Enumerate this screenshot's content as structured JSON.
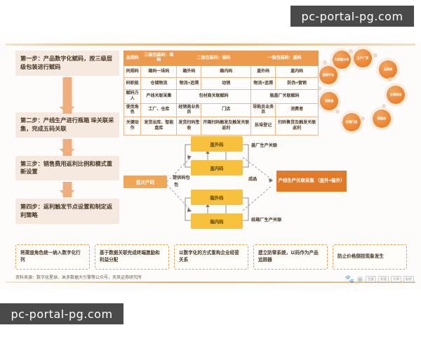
{
  "watermarks": {
    "top": "pc-portal-pg.com",
    "bottom": "pc-portal-pg.com"
  },
  "steps": [
    {
      "label": "第一步：产品数字化赋码，按三级层级包装进行赋码"
    },
    {
      "label": "第二步：产线生产进行瓶箱\n垛关联采集，完成五码关联"
    },
    {
      "label": "第三步：销售费用返利比例和模式重新设置"
    },
    {
      "label": "第四步：返利触发节点设置和制定返利策略"
    }
  ],
  "table": {
    "headers": [
      "品规码",
      "三级包装码：垛码",
      "二级包装码：箱码",
      "一级包装码：盖码"
    ],
    "subheader_row": [
      "同规码",
      "箱码一垛码",
      "箱外码",
      "箱内码",
      "盖外码",
      "盖内码"
    ],
    "rows": [
      {
        "label": "码职能",
        "cells": [
          "仓储物流",
          "物流+追溯",
          "动销",
          "物流+追溯",
          "防伪+营销"
        ]
      },
      {
        "label": "赋码方人",
        "cells": [
          "产线关联采集",
          "包材商关联赋码",
          "瓶盖厂关联赋码"
        ]
      },
      {
        "label": "使用角色",
        "cells": [
          "工厂、仓库",
          "经销商业务员",
          "门店",
          "导购员业务员",
          "消费者"
        ]
      },
      {
        "label": "关键动作",
        "cells": [
          "发货出库、智能盘库",
          "发货扫码签收",
          "开箱扫码触发及触发关联返利",
          "拆垛登记",
          "扫码售货及触发关联返利"
        ]
      }
    ]
  },
  "cycle": {
    "nodes": [
      {
        "label": "生产厂家"
      },
      {
        "label": "品牌商"
      },
      {
        "label": "仓储物流"
      },
      {
        "label": "渠道商"
      },
      {
        "label": "终端门店"
      },
      {
        "label": "消费者"
      },
      {
        "label": "营销平台"
      },
      {
        "label": "大数据分析"
      }
    ]
  },
  "assoc": {
    "source_pill": "批次产码",
    "source_note": "提供码包",
    "product_note": "成品",
    "result_pill": "产线生产关联采集\n（盖外+箱外）",
    "cap_boxes": [
      "盖外码",
      "盖内码"
    ],
    "box_boxes": [
      "箱外码",
      "箱内码"
    ],
    "cap_label": "盖厂生产关联",
    "box_label": "纸箱厂生产关联"
  },
  "benefits": [
    {
      "text": "将渠道角色统一纳入数字化行列"
    },
    {
      "text": "基于数据关联完成终端激励和利益分配"
    },
    {
      "text": "以数字化的方式重构企业经营关系"
    },
    {
      "text": "建立防窜系统，以码作为产品追踪器"
    },
    {
      "text": "防止价格倒挂现象发生"
    }
  ],
  "source": "资料来源：数字化星球、米多数据大引擎等公众号，天风证券研究所",
  "logos": {
    "paw": "baidu-paw-icon",
    "chips": [
      "百度",
      "知道",
      "文库",
      "贴吧"
    ]
  },
  "colors": {
    "accent_orange": "#ee9a4d",
    "deep_orange": "#e27b28",
    "yellow_box": "#f7c13e",
    "step_bg": "#f6e9df",
    "arrow": "#eeae7e"
  }
}
